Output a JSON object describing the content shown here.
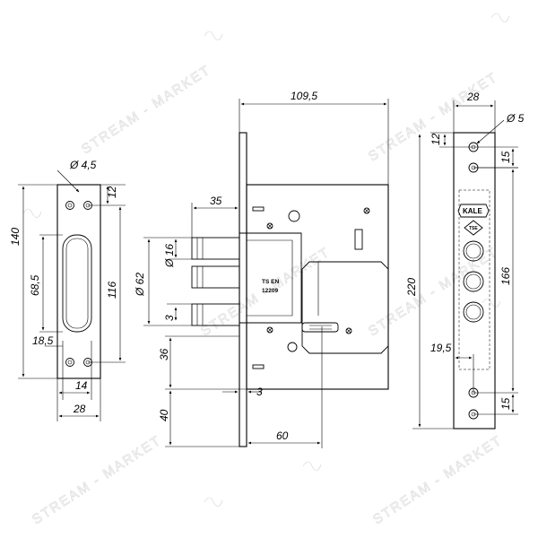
{
  "watermark": {
    "text": "STREAM - MARKET"
  },
  "strike_plate_dimensions": {
    "hole_diameter": "Ø 4,5",
    "top_offset": "12",
    "total_height": "140",
    "slot_height": "68,5",
    "hole_spacing": "116",
    "slot_width": "18,5",
    "inner_width": "14",
    "total_width": "28"
  },
  "lock_body_dimensions": {
    "backset_depth": "109,5",
    "bolt_projection": "35",
    "bolt_diameter": "Ø 16",
    "bolt_span": "Ø 62",
    "bolt_gap": "3",
    "cylinder_offset": "36",
    "bottom_offset": "40",
    "faceplate_gap": "3",
    "backset": "60"
  },
  "body_label": {
    "line1": "TS EN",
    "line2": "12209"
  },
  "faceplate_dimensions": {
    "width": "28",
    "hole_diameter": "Ø 5",
    "top_offset": "12",
    "top_spacing": "15",
    "total_height": "220",
    "bolt_spacing": "166",
    "edge_offset": "19,5",
    "bottom_spacing": "15"
  },
  "faceplate_logo": {
    "brand": "KALE",
    "mark": "TSE"
  }
}
